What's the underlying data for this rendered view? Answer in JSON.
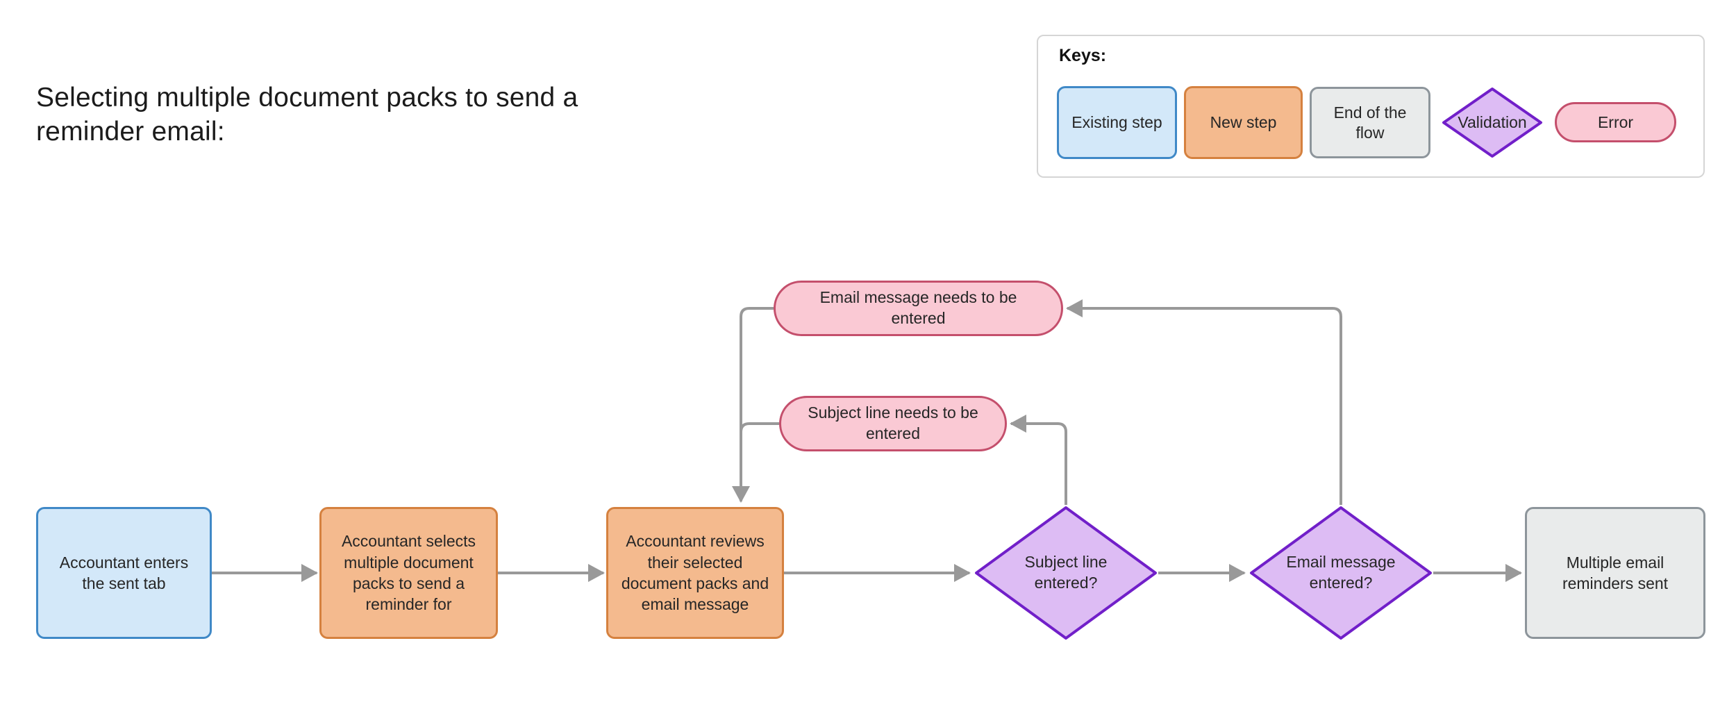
{
  "page": {
    "title": "Selecting multiple document packs to send a reminder email:"
  },
  "legend": {
    "title": "Keys:",
    "items": [
      {
        "type": "existing",
        "label": "Existing step"
      },
      {
        "type": "new",
        "label": "New step"
      },
      {
        "type": "end",
        "label": "End of the flow"
      },
      {
        "type": "validation",
        "label": "Validation"
      },
      {
        "type": "error",
        "label": "Error"
      }
    ]
  },
  "flow": {
    "nodes": [
      {
        "id": "enter-sent-tab",
        "type": "existing",
        "label": "Accountant enters the sent tab"
      },
      {
        "id": "select-packs",
        "type": "new",
        "label": "Accountant selects multiple document packs to send a reminder for"
      },
      {
        "id": "review-packs",
        "type": "new",
        "label": "Accountant reviews their selected document packs and email message"
      },
      {
        "id": "subject-entered",
        "type": "validation",
        "label": "Subject line entered?"
      },
      {
        "id": "email-entered",
        "type": "validation",
        "label": "Email message entered?"
      },
      {
        "id": "reminders-sent",
        "type": "end",
        "label": "Multiple email reminders sent"
      },
      {
        "id": "error-email",
        "type": "error",
        "label": "Email message needs to be entered"
      },
      {
        "id": "error-subject",
        "type": "error",
        "label": "Subject line needs to be entered"
      }
    ],
    "edges": [
      {
        "from": "enter-sent-tab",
        "to": "select-packs",
        "arrow": true
      },
      {
        "from": "select-packs",
        "to": "review-packs",
        "arrow": true
      },
      {
        "from": "review-packs",
        "to": "subject-entered",
        "arrow": true
      },
      {
        "from": "subject-entered",
        "to": "email-entered",
        "arrow": true
      },
      {
        "from": "email-entered",
        "to": "reminders-sent",
        "arrow": true
      },
      {
        "from": "subject-entered",
        "to": "error-subject",
        "arrow": true
      },
      {
        "from": "email-entered",
        "to": "error-email",
        "arrow": true
      },
      {
        "from": "error-email",
        "to": "review-packs",
        "arrow": true
      },
      {
        "from": "error-subject",
        "to": "review-packs",
        "arrow": true
      }
    ]
  },
  "colors": {
    "existing_fill": "#d3e8f9",
    "existing_border": "#4089c7",
    "new_fill": "#f4ba8e",
    "new_border": "#d5813f",
    "end_fill": "#e9ebeb",
    "end_border": "#8d959b",
    "validation_fill": "#ddbcf4",
    "validation_border": "#711fc9",
    "error_fill": "#fac9d4",
    "error_border": "#c44f6c",
    "connector": "#999999",
    "panel_border": "#d5d5d5"
  }
}
